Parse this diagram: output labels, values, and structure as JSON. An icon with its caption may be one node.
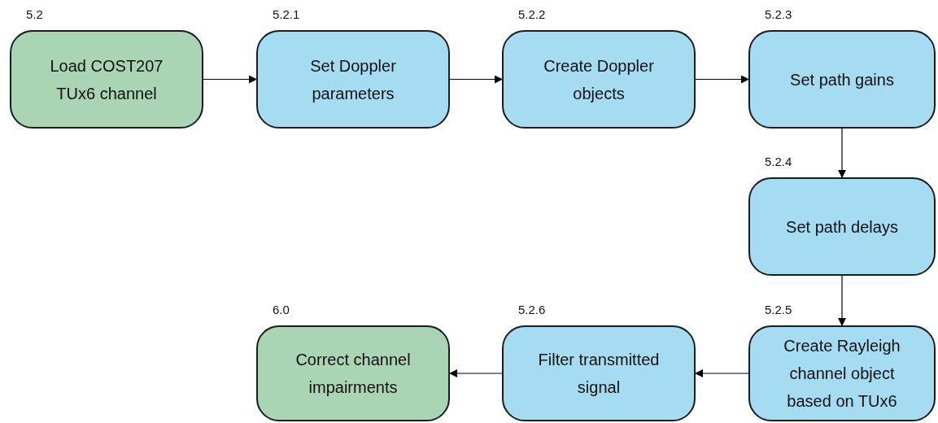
{
  "diagram": {
    "nodes": [
      {
        "text": [
          "Load COST207 TUx6 channel"
        ],
        "beside": [
          "5.2"
        ]
      },
      {
        "text": [
          "Set Doppler parameters"
        ],
        "beside": [
          "5.2.1"
        ]
      },
      {
        "text": [
          "Create Doppler objects"
        ],
        "beside": [
          "5.2.2"
        ]
      },
      {
        "text": [
          "Set path gains"
        ],
        "beside": [
          "5.2.3"
        ]
      },
      {
        "text": [
          "Set path delays"
        ],
        "beside": [
          "5.2.4"
        ]
      },
      {
        "text": [
          "Create Rayleigh channel object based on TUx6"
        ],
        "beside": [
          "5.2.5"
        ]
      },
      {
        "text": [
          "Filter transmitted signal"
        ],
        "beside": [
          "5.2.6"
        ]
      },
      {
        "text": [
          "Correct channel impairments"
        ],
        "beside": [
          "6.0"
        ]
      }
    ],
    "edges": [
      {
        "from": 0,
        "to": 1,
        "arrow": "to"
      },
      {
        "from": 1,
        "to": 2,
        "arrow": "to"
      },
      {
        "from": 2,
        "to": 3,
        "arrow": "to"
      },
      {
        "from": 3,
        "to": 4,
        "arrow": "to"
      },
      {
        "from": 4,
        "to": 5,
        "arrow": "to"
      },
      {
        "from": 5,
        "to": 6,
        "arrow": "to"
      },
      {
        "from": 6,
        "to": 7,
        "arrow": "to"
      }
    ]
  }
}
